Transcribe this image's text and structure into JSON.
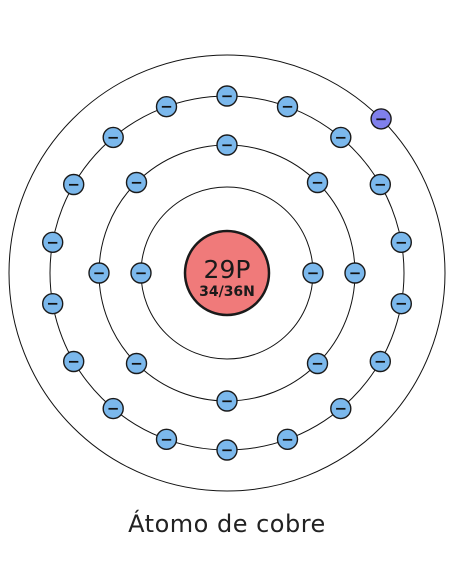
{
  "caption": "Átomo de cobre",
  "nucleus": {
    "protons": "29P",
    "neutrons": "34/36N",
    "color": "#f07a7a"
  },
  "shells": [
    {
      "electrons": 2,
      "color": "#7bb8ec"
    },
    {
      "electrons": 8,
      "color": "#7bb8ec"
    },
    {
      "electrons": 18,
      "color": "#7bb8ec"
    },
    {
      "electrons": 1,
      "color": "#8080ec"
    }
  ],
  "electron_symbol": "−"
}
